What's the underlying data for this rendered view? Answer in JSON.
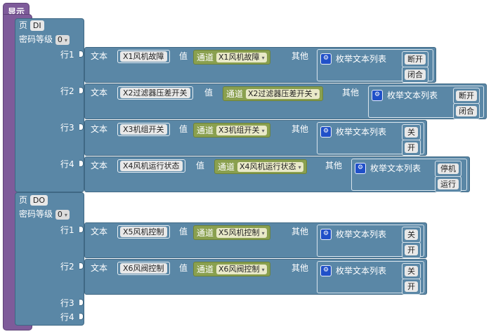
{
  "display_label": "显示",
  "labels": {
    "page": "页",
    "password_level": "密码等级",
    "text": "文本",
    "value": "值",
    "channel": "通道",
    "other": "其他",
    "enum_list": "枚举文本列表"
  },
  "pages": [
    {
      "name": "DI",
      "password_level": "0",
      "rows": [
        {
          "label": "行1",
          "text": "X1风机故障",
          "channel": "X1风机故障",
          "options": [
            "断开",
            "闭合"
          ]
        },
        {
          "label": "行2",
          "text": "X2过滤器压差开关",
          "channel": "X2过滤器压差开关",
          "options": [
            "断开",
            "闭合"
          ]
        },
        {
          "label": "行3",
          "text": "X3机组开关",
          "channel": "X3机组开关",
          "options": [
            "关",
            "开"
          ]
        },
        {
          "label": "行4",
          "text": "X4风机运行状态",
          "channel": "X4风机运行状态",
          "options": [
            "停机",
            "运行"
          ]
        }
      ]
    },
    {
      "name": "DO",
      "password_level": "0",
      "rows": [
        {
          "label": "行1",
          "text": "X5风机控制",
          "channel": "X5风机控制",
          "options": [
            "关",
            "开"
          ]
        },
        {
          "label": "行2",
          "text": "X6风阀控制",
          "channel": "X6风阀控制",
          "options": [
            "关",
            "开"
          ]
        },
        {
          "label": "行3"
        },
        {
          "label": "行4"
        }
      ]
    }
  ]
}
